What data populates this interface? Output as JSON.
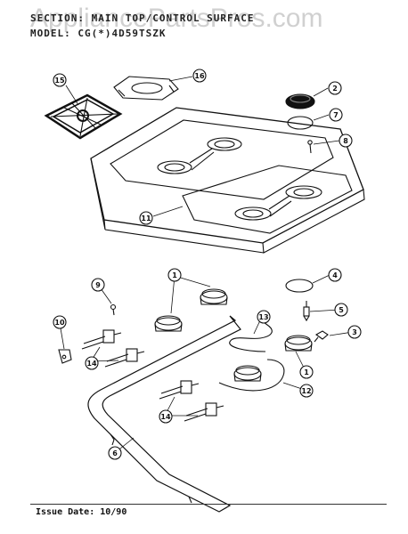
{
  "header": {
    "section_line": "SECTION: MAIN TOP/CONTROL SURFACE",
    "model_line": "MODEL: CG(*)4D59TSZK"
  },
  "watermark": "AppliancePartsPros.com",
  "footer": {
    "issue": "Issue Date: 10/90"
  },
  "callouts": [
    "1",
    "2",
    "3",
    "4",
    "5",
    "6",
    "7",
    "8",
    "9",
    "10",
    "11",
    "12",
    "13",
    "14",
    "15",
    "16"
  ]
}
